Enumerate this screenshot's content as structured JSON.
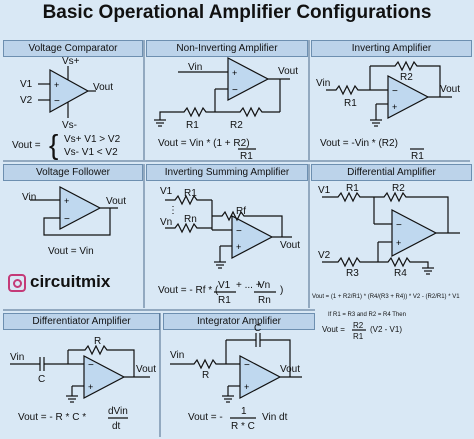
{
  "title": "Basic Operational Amplifier Configurations",
  "headers": {
    "comparator": "Voltage Comparator",
    "noninv": "Non-Inverting Amplifier",
    "inv": "Inverting Amplifier",
    "follower": "Voltage Follower",
    "summing": "Inverting Summing Amplifier",
    "diff": "Differential Amplifier",
    "differentiator": "Differentiator Amplifier",
    "integrator": "Integrator Amplifier"
  },
  "comparator": {
    "vsplus": "Vs+",
    "vsminus": "Vs-",
    "v1": "V1",
    "v2": "V2",
    "vout": "Vout",
    "eq_lhs": "Vout =",
    "case1": "Vs+  V1 > V2",
    "case2": "Vs-   V1 < V2"
  },
  "noninv": {
    "vin": "Vin",
    "vout": "Vout",
    "r1": "R1",
    "r2": "R2",
    "eq": "Vout = Vin * (1 + R2)",
    "eq_den": "R1"
  },
  "inv": {
    "vin": "Vin",
    "vout": "Vout",
    "r1": "R1",
    "r2": "R2",
    "eq": "Vout = -Vin * (R2)",
    "eq_den": "R1"
  },
  "follower": {
    "vin": "Vin",
    "vout": "Vout",
    "eq": "Vout = Vin"
  },
  "summing": {
    "v1": "V1",
    "dots": "⋮",
    "vn": "Vn",
    "r1": "R1",
    "rn": "Rn",
    "rf": "Rf",
    "vout": "Vout",
    "eq_a": "Vout = - Rf * (",
    "eq_num1": "V1",
    "eq_plus": "+ ... +",
    "eq_num2": "Vn",
    "eq_den1": "R1",
    "eq_den2": "Rn",
    "eq_close": ")"
  },
  "diff": {
    "v1": "V1",
    "v2": "V2",
    "r1": "R1",
    "r2": "R2",
    "r3": "R3",
    "r4": "R4",
    "eq1": "Vout = (1 + R2/R1) * (R4/(R3 + R4)) * V2 - (R2/R1) * V1",
    "eq2": "If R1 = R3 and R2 = R4 Then",
    "eq3": "Vout =",
    "eq3_num": "R2",
    "eq3_den": "R1",
    "eq3_rest": "(V2 - V1)"
  },
  "brand": "circuitmix",
  "differentiator": {
    "vin": "Vin",
    "c": "C",
    "r": "R",
    "vout": "Vout",
    "eq_a": "Vout = - R * C *",
    "eq_num": "dVin",
    "eq_den": "dt"
  },
  "integrator": {
    "vin": "Vin",
    "r": "R",
    "c": "C",
    "vout": "Vout",
    "eq_a": "Vout = -",
    "eq_num": "1",
    "eq_den": "R * C",
    "eq_b": "Vin dt"
  },
  "colors": {
    "background": "#d9e8f5",
    "header": "#bcd3ea",
    "amp_fill": "#bfd8ef",
    "brand": "#c43a78"
  }
}
